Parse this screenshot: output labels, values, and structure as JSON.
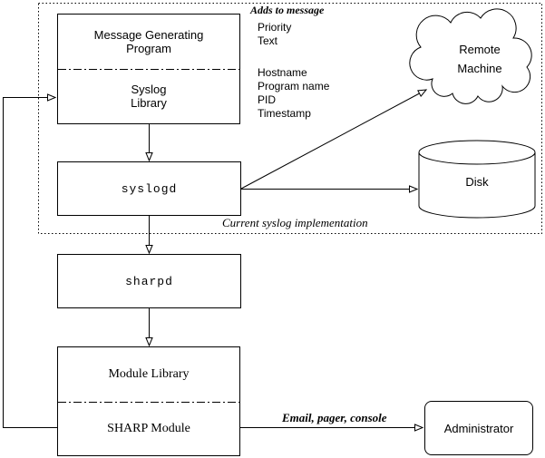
{
  "diagram": {
    "region_caption": "Current syslog implementation",
    "adds_caption": "Adds to message",
    "program_adds": [
      "Priority",
      "Text"
    ],
    "library_adds": [
      "Hostname",
      "Program name",
      "PID",
      "Timestamp"
    ],
    "nodes": {
      "message_program": {
        "line1": "Message Generating",
        "line2": "Program"
      },
      "syslog_library": {
        "line1": "Syslog",
        "line2": "Library"
      },
      "syslogd": {
        "label": "syslogd"
      },
      "remote_machine": {
        "line1": "Remote",
        "line2": "Machine"
      },
      "disk": {
        "label": "Disk"
      },
      "sharpd": {
        "label": "sharpd"
      },
      "module_library": {
        "label": "Module Library"
      },
      "sharp_module": {
        "label": "SHARP Module"
      },
      "administrator": {
        "label": "Administrator"
      }
    },
    "edges": {
      "sharp_to_admin_label": "Email, pager, console"
    },
    "colors": {
      "line": "#000000",
      "background": "#ffffff"
    }
  }
}
